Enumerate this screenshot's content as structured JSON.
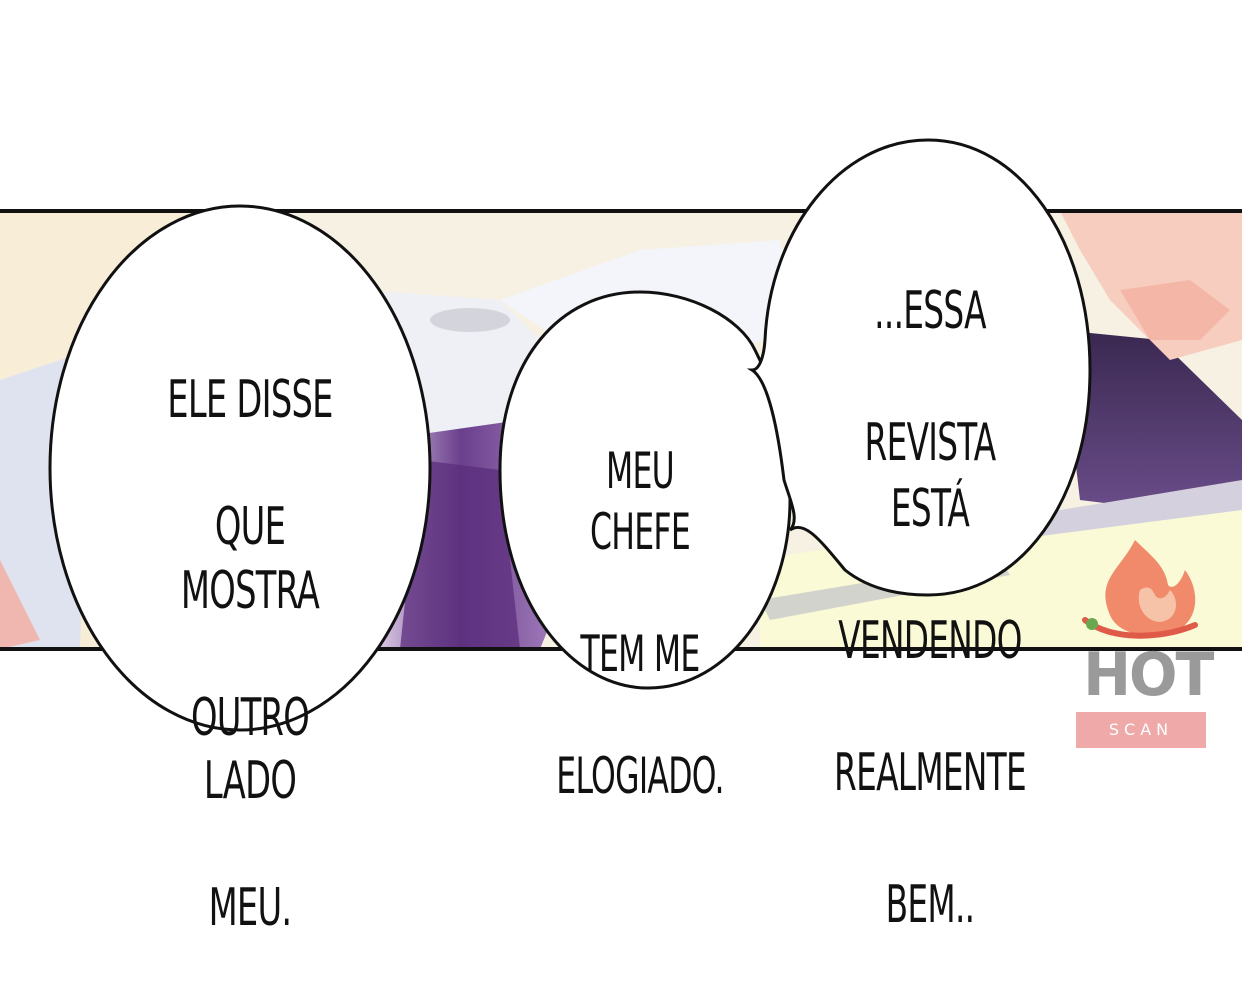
{
  "bubbles": [
    {
      "lines": [
        "ELE DISSE",
        "QUE MOSTRA",
        "OUTRO LADO",
        "MEU."
      ]
    },
    {
      "lines": [
        "MEU CHEFE",
        "TEM ME",
        "ELOGIADO."
      ]
    },
    {
      "lines": [
        "...ESSA",
        "REVISTA ESTÁ",
        "VENDENDO",
        "REALMENTE",
        "BEM.."
      ]
    }
  ],
  "watermark": {
    "top": "HOT",
    "bottom": "SCAN"
  },
  "colors": {
    "panel_border": "#111111",
    "purple": "#5a2f7a",
    "cream": "#fbf7dd",
    "pink": "#f4b8b8",
    "logo_bar": "#f0a9a9"
  }
}
